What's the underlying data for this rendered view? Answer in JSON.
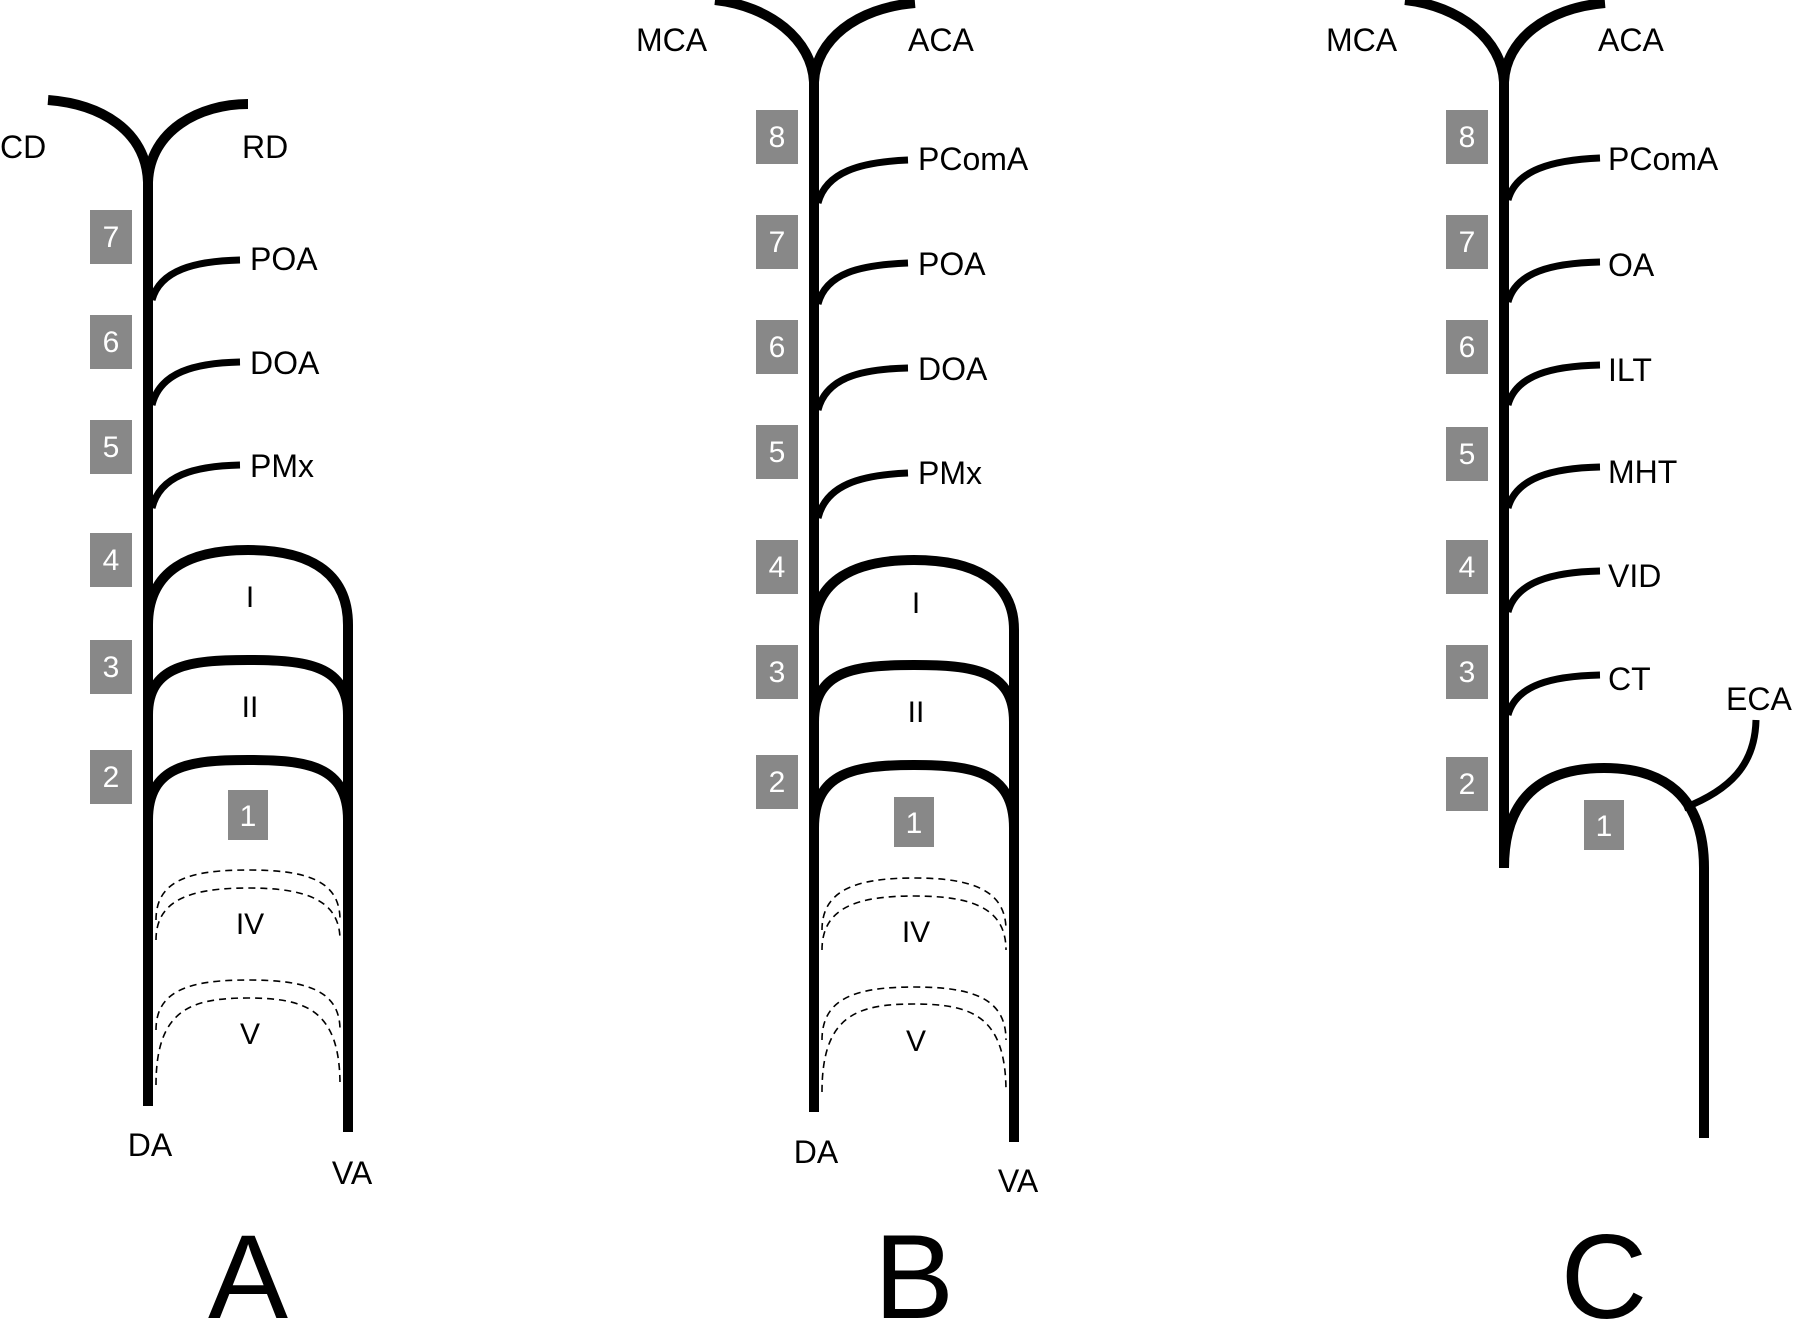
{
  "panels": [
    {
      "label": "A",
      "top_branches": [
        "CD",
        "RD"
      ],
      "side_branches": [
        "POA",
        "DOA",
        "PMx"
      ],
      "segments": [
        "7",
        "6",
        "5",
        "4",
        "3",
        "2"
      ],
      "aortic_arches": [
        "I",
        "II",
        "IV",
        "V"
      ],
      "inner_segment": "1",
      "bottom_labels": [
        "DA",
        "VA"
      ]
    },
    {
      "label": "B",
      "top_branches": [
        "MCA",
        "ACA"
      ],
      "side_branches": [
        "PComA",
        "POA",
        "DOA",
        "PMx"
      ],
      "segments": [
        "8",
        "7",
        "6",
        "5",
        "4",
        "3",
        "2"
      ],
      "aortic_arches": [
        "I",
        "II",
        "IV",
        "V"
      ],
      "inner_segment": "1",
      "bottom_labels": [
        "DA",
        "VA"
      ]
    },
    {
      "label": "C",
      "top_branches": [
        "MCA",
        "ACA"
      ],
      "side_branches": [
        "PComA",
        "OA",
        "ILT",
        "MHT",
        "VID",
        "CT"
      ],
      "segments": [
        "8",
        "7",
        "6",
        "5",
        "4",
        "3",
        "2"
      ],
      "inner_segment": "1",
      "extra_branch": "ECA"
    }
  ]
}
